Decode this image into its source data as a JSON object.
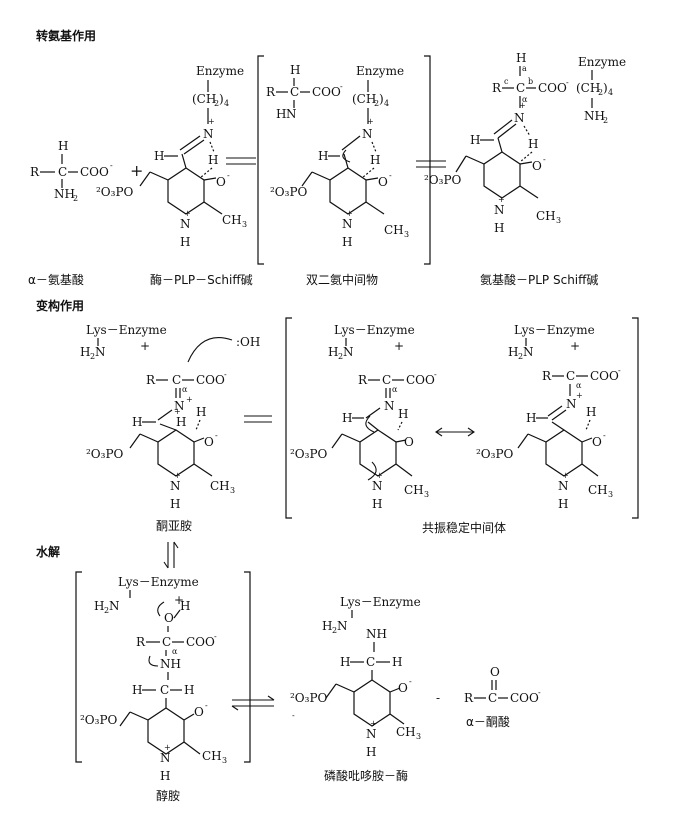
{
  "sections": {
    "transamination": "转氨基作用",
    "isomerization": "变构作用",
    "hydrolysis": "水解"
  },
  "labels": {
    "alpha_amino_acid": "α－氨基酸",
    "enzyme_plp_schiff": "酶－PLP－Schiff碱",
    "gem_diamine": "双二氨中间物",
    "aa_plp_schiff": "氨基酸－PLP Schiff碱",
    "ketimine": "酮亚胺",
    "resonance_intermediate": "共振稳定中间体",
    "carbinolamine": "醇胺",
    "pmp_enzyme": "磷酸吡哆胺－酶",
    "alpha_keto_acid": "α－酮酸"
  },
  "chem": {
    "R": "R",
    "C": "C",
    "H": "H",
    "N": "N",
    "O": "O",
    "CH3": "CH",
    "sub3": "3",
    "COO": "COO",
    "minus": "-",
    "plus": "+",
    "NH2": "NH",
    "sub2": "2",
    "H2N": "H",
    "enzyme": "Enzyme",
    "lys_enzyme": "Lys－Enzyme",
    "ch2_4": "(CH",
    "sub4": ")",
    "four": "4",
    "phosphate": "²O₃PO",
    "ohminus": ":OH",
    "NH": "NH",
    "alpha": "α",
    "a": "a",
    "b": "b",
    "c": "c",
    "plus_sign": "+"
  }
}
